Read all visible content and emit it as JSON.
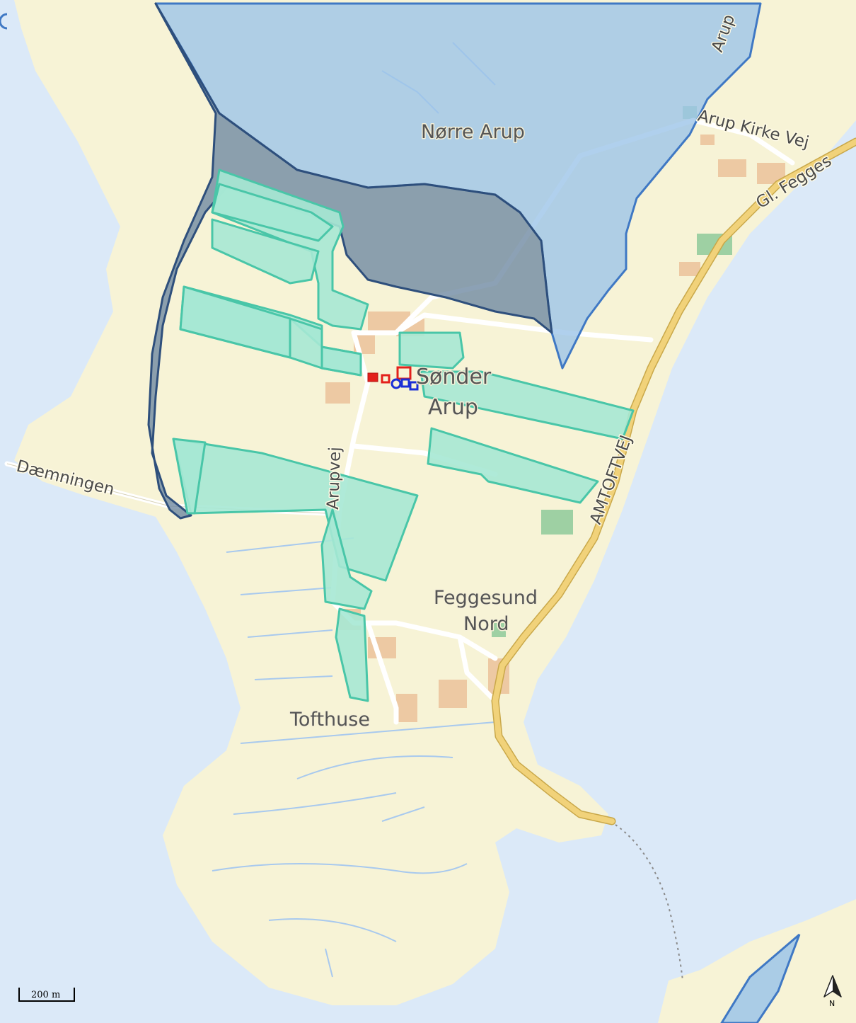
{
  "colors": {
    "water": "#dbe9f8",
    "land": "#f7f3d6",
    "road_major": "#f1d27a",
    "road_minor": "#ffffff",
    "built_up": "#edc9a3",
    "green_area": "#8ec99a",
    "zone_blue": "#9cc4e9",
    "zone_blue_edge": "#3f78c4",
    "zone_dark": "#6f8aa2",
    "zone_dark_edge": "#2e4f7c",
    "parcels": "#a6e8d4",
    "parcels_edge": "#49c6a8",
    "marker_red": "#e3201b",
    "marker_blue": "#1b2fd6",
    "stream": "#a8c9ee"
  },
  "labels": {
    "norre_arup": "Nørre Arup",
    "arup_kirke_vej": "Arup Kirke Vej",
    "gl_fegges": "Gl. Fegges",
    "arup_top": "Arup",
    "sonder": "Sønder",
    "arup": "Arup",
    "arupvej": "Arupvej",
    "amtoftvej": "AMTOFTVEJ",
    "daemningen": "Dæmningen",
    "feggesund": "Feggesund",
    "nord": "Nord",
    "tofthuse": "Tofthuse"
  },
  "scale_bar": {
    "label": "200 m"
  },
  "north_arrow": {
    "label": "N"
  }
}
